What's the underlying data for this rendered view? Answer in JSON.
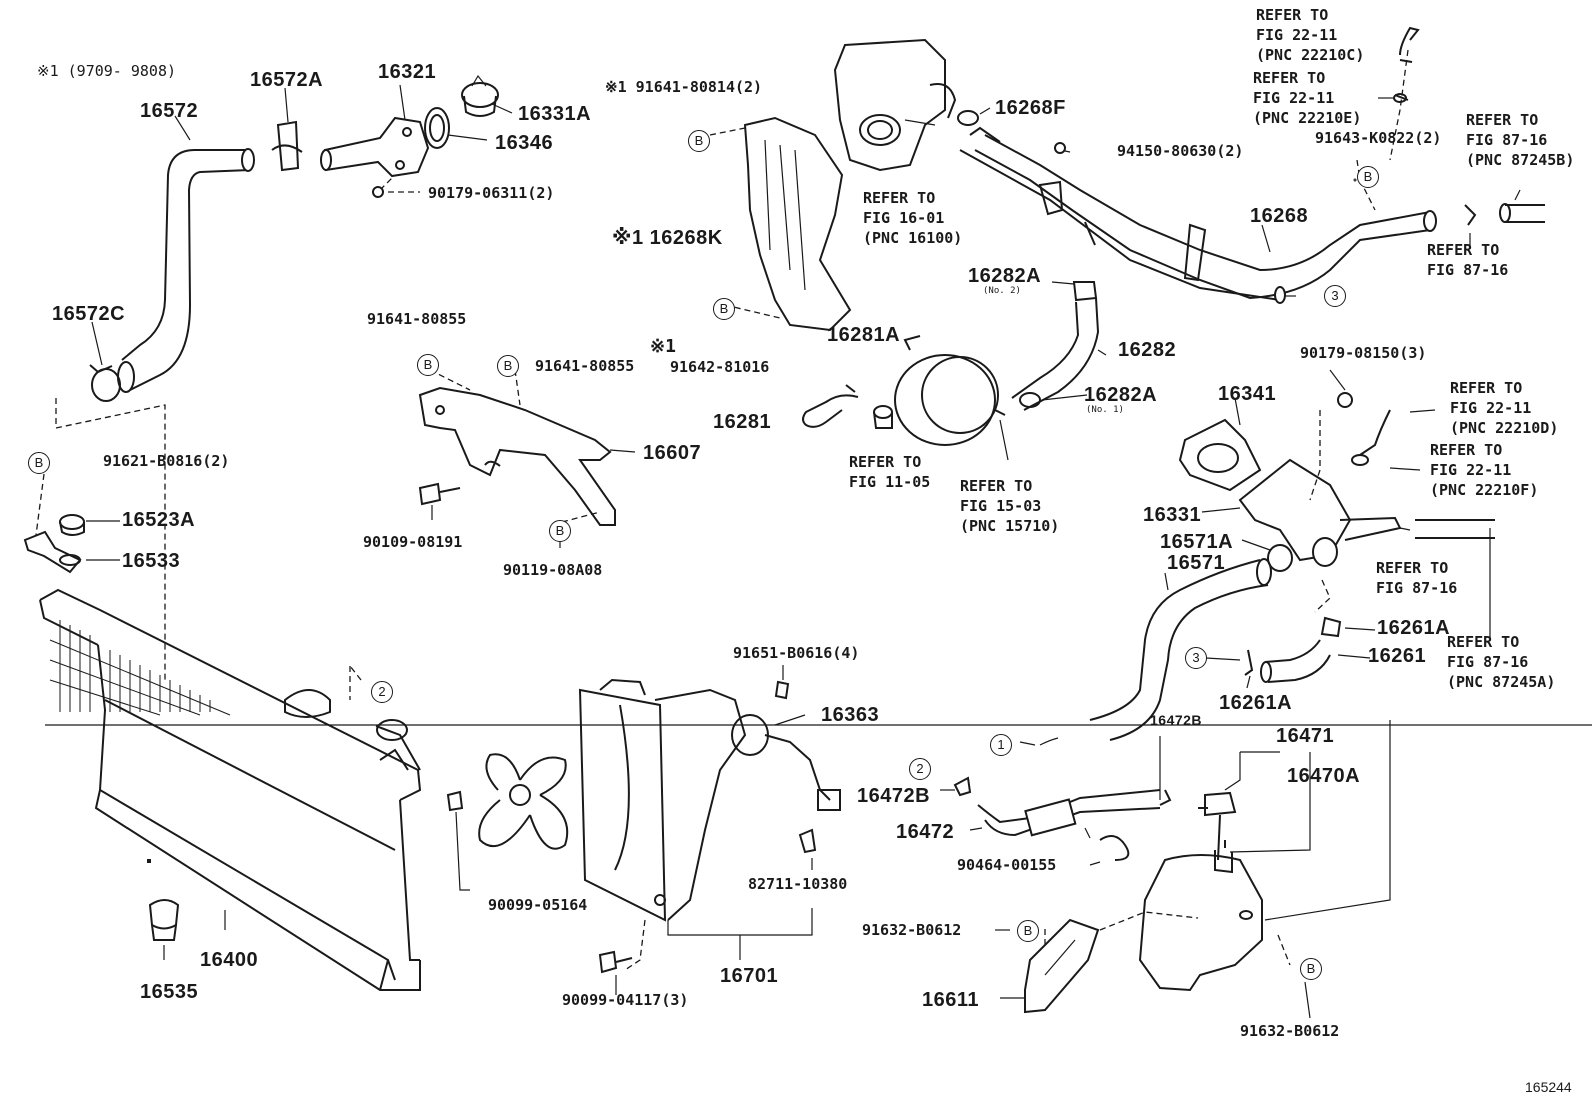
{
  "labels": {
    "note_9709_9808": "※1 (9709- 9808)",
    "p16572": "16572",
    "p16572A": "16572A",
    "p16321": "16321",
    "p16331A": "16331A",
    "p16346": "16346",
    "p90179_06311": "90179-06311(2)",
    "p91641_80814": "※1 91641-80814(2)",
    "p16268K": "※1 16268K",
    "p91642_81016_note": "※1",
    "p91642_81016": "91642-81016",
    "p16268F": "16268F",
    "p94150_80630": "94150-80630(2)",
    "p16268": "16268",
    "p91643_K0822": "91643-K0822(2)",
    "p16572C": "16572C",
    "p91641_80855_a": "91641-80855",
    "p91641_80855_b": "91641-80855",
    "p16607": "16607",
    "p90109_08191": "90109-08191",
    "p90119_08A08": "90119-08A08",
    "p91621_B0816": "91621-B0816(2)",
    "p16523A": "16523A",
    "p16533": "16533",
    "p16282A_top": "16282A",
    "p16282A_top_sub": "(No. 2)",
    "p16281A": "16281A",
    "p16282": "16282",
    "p16282A_bot": "16282A",
    "p16282A_bot_sub": "(No. 1)",
    "p16281": "16281",
    "p90179_08150": "90179-08150(3)",
    "p16341": "16341",
    "p16331": "16331",
    "p16571A": "16571A",
    "p16571": "16571",
    "p16261A_top": "16261A",
    "p16261": "16261",
    "p16261A_bot": "16261A",
    "p91651_B0616": "91651-B0616(4)",
    "p16363": "16363",
    "p16472B_top": "16472B",
    "p16471": "16471",
    "p16470A": "16470A",
    "p16472B": "16472B",
    "p16472": "16472",
    "p90464_00155": "90464-00155",
    "p82711_10380": "82711-10380",
    "p90099_05164": "90099-05164",
    "p91632_B0612_a": "91632-B0612",
    "p16611": "16611",
    "p91632_B0612_b": "91632-B0612",
    "p16400": "16400",
    "p16535": "16535",
    "p16701": "16701",
    "p90099_04117": "90099-04117(3)",
    "figure_number": "165244"
  },
  "refs": {
    "r_22210C": "REFER TO\nFIG 22-11\n(PNC 22210C)",
    "r_22210E": "REFER TO\nFIG 22-11\n(PNC 22210E)",
    "r_87245B": "REFER TO\nFIG 87-16\n(PNC 87245B)",
    "r_16100": "REFER TO\nFIG 16-01\n(PNC 16100)",
    "r_87_16_a": "REFER TO\nFIG 87-16",
    "r_11_05": "REFER TO\nFIG 11-05",
    "r_15710": "REFER TO\nFIG 15-03\n(PNC 15710)",
    "r_22210D": "REFER TO\nFIG 22-11\n(PNC 22210D)",
    "r_22210F": "REFER TO\nFIG 22-11\n(PNC 22210F)",
    "r_87_16_b": "REFER TO\nFIG 87-16",
    "r_87245A": "REFER TO\nFIG 87-16\n(PNC 87245A)"
  },
  "markers": {
    "b": "B",
    "one": "1",
    "two": "2",
    "three": "3"
  }
}
